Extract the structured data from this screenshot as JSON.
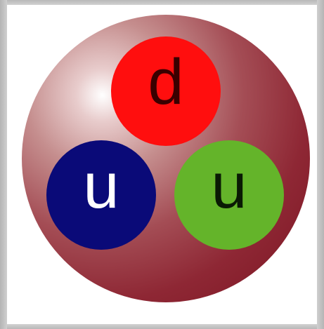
{
  "diagram": {
    "quarks": [
      {
        "label": "d",
        "color": "#ff0e0e"
      },
      {
        "label": "u",
        "color": "#0a0a78"
      },
      {
        "label": "u",
        "color": "#64b42a"
      }
    ],
    "particle_color": "#8e2734"
  }
}
